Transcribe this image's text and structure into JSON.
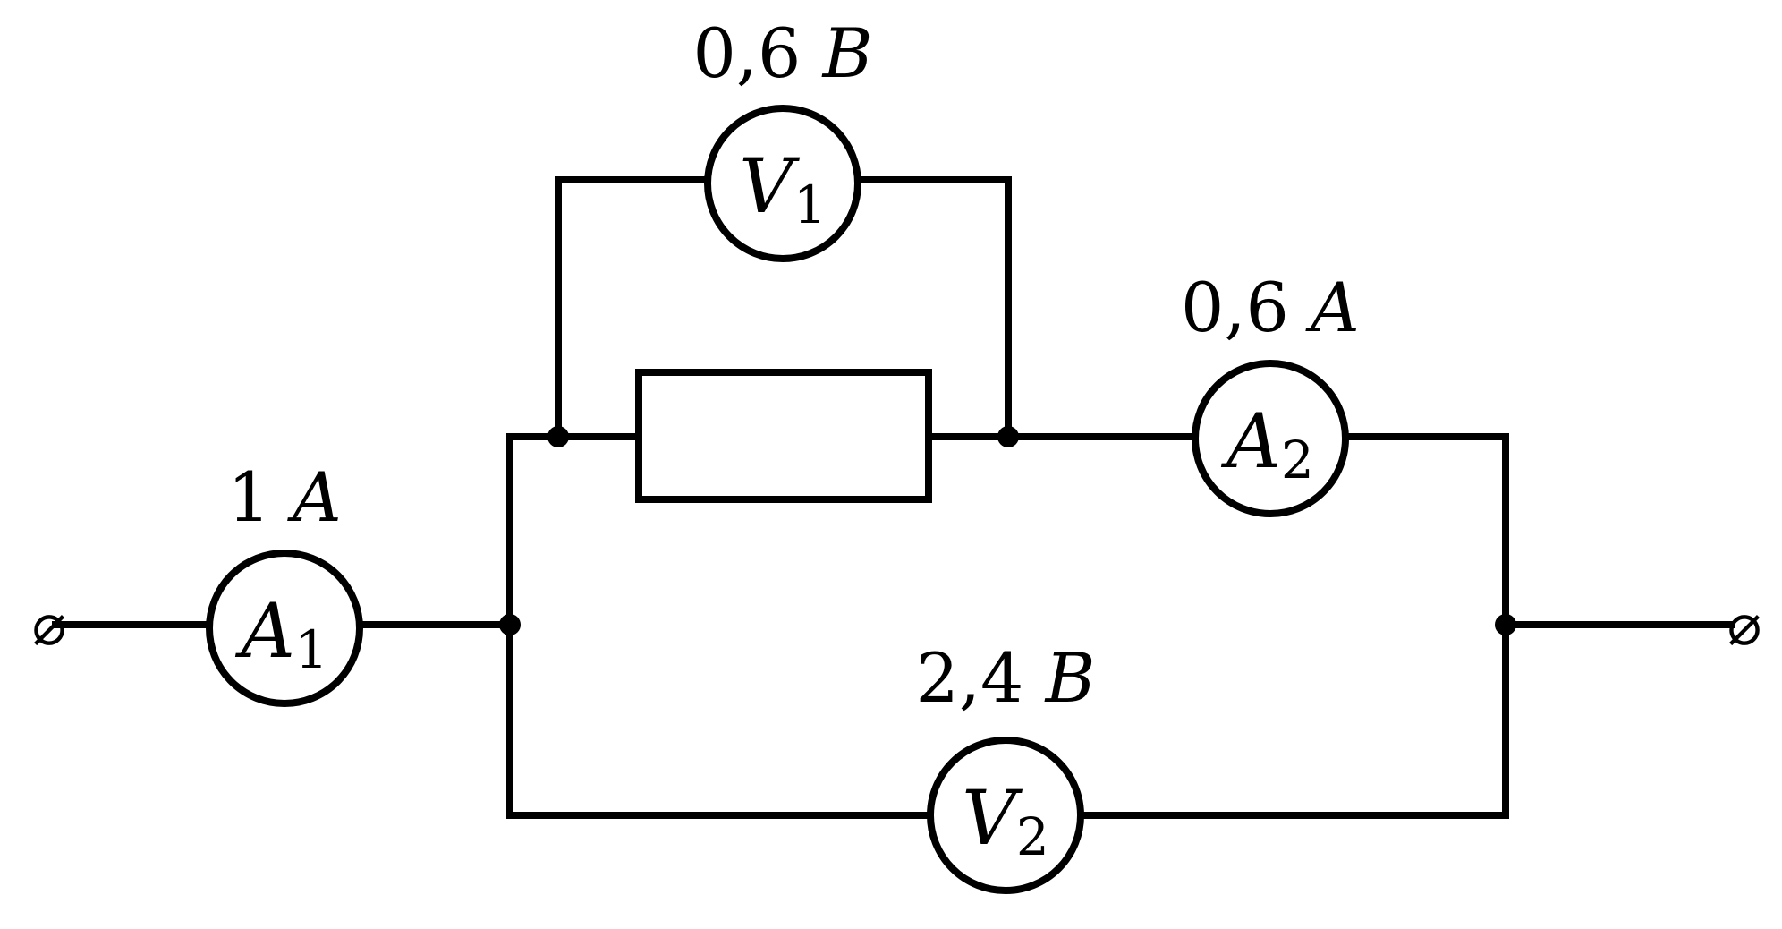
{
  "terminals": {
    "left": "⌀",
    "right": "⌀"
  },
  "meters": {
    "a1": {
      "letter": "A",
      "index": "1",
      "value": "1",
      "unit": "A"
    },
    "a2": {
      "letter": "A",
      "index": "2",
      "value": "0,6",
      "unit": "A"
    },
    "v1": {
      "letter": "V",
      "index": "1",
      "value": "0,6",
      "unit": "B"
    },
    "v2": {
      "letter": "V",
      "index": "2",
      "value": "2,4",
      "unit": "B"
    }
  },
  "colors": {
    "line": "#000000",
    "background": "#ffffff"
  }
}
